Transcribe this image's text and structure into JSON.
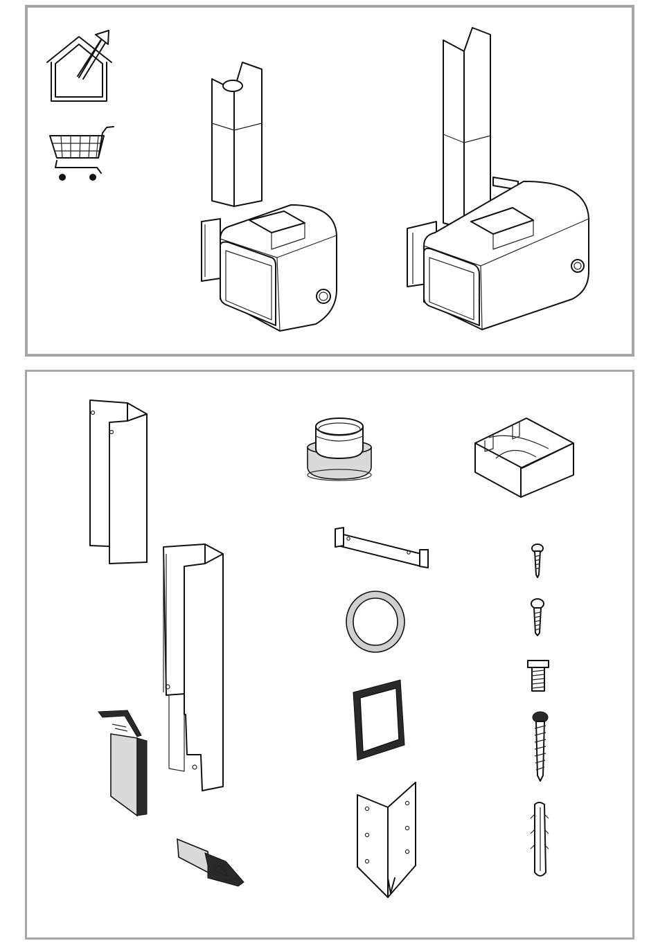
{
  "document": {
    "type": "installation-manual-page",
    "accent_color": "#a6a6a6",
    "line_color": "#111111",
    "panels": [
      {
        "id": "top",
        "icons": [
          "house-outlet-icon",
          "shopping-cart-icon"
        ],
        "illustrations": [
          "hood-short-chimney-illustration",
          "hood-tall-chimney-illustration"
        ]
      },
      {
        "id": "bottom",
        "parts": [
          "chimney-upper-section",
          "chimney-lower-section",
          "flange-reducer",
          "chimney-support-cradle",
          "wall-bracket-bar",
          "sealing-ring",
          "square-frame",
          "angle-bracket",
          "bracket-left",
          "bracket-right",
          "screw-short",
          "screw-medium",
          "bolt-hex",
          "screw-long",
          "wall-plug"
        ]
      }
    ]
  }
}
